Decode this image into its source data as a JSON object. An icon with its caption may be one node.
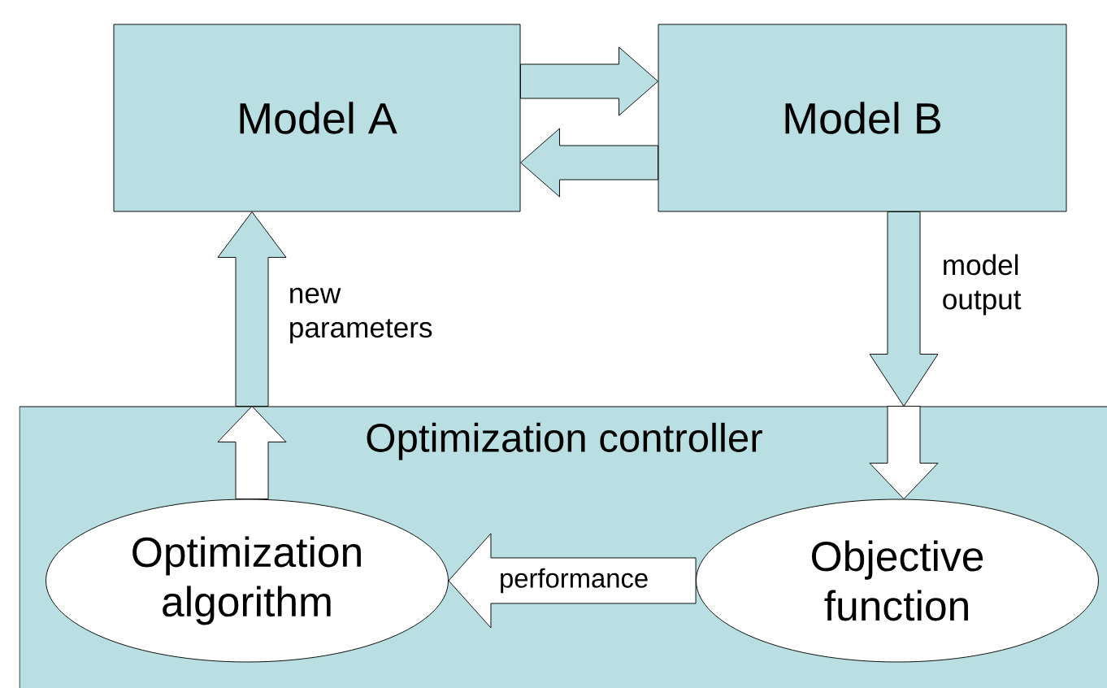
{
  "diagram": {
    "nodes": [
      {
        "text": [
          "Model A"
        ]
      },
      {
        "text": [
          "Model B"
        ]
      },
      {
        "text": [
          "Optimization controller"
        ]
      },
      {
        "text": [
          "Optimization algorithm"
        ],
        "in": 2
      },
      {
        "text": [
          "Objective function"
        ],
        "in": 2
      }
    ],
    "edges": [
      {
        "from": 0,
        "to": 1,
        "arrow": "to"
      },
      {
        "from": 1,
        "to": 0,
        "arrow": "to"
      },
      {
        "from": 1,
        "to": 2,
        "arrow": "to",
        "label": "model output"
      },
      {
        "from": 2,
        "to": 4,
        "arrow": "to"
      },
      {
        "from": 3,
        "to": 2,
        "arrow": "to"
      },
      {
        "from": 2,
        "to": 0,
        "arrow": "to",
        "label": "new parameters"
      },
      {
        "from": 4,
        "to": 3,
        "arrow": "to",
        "label": "performance"
      }
    ]
  }
}
